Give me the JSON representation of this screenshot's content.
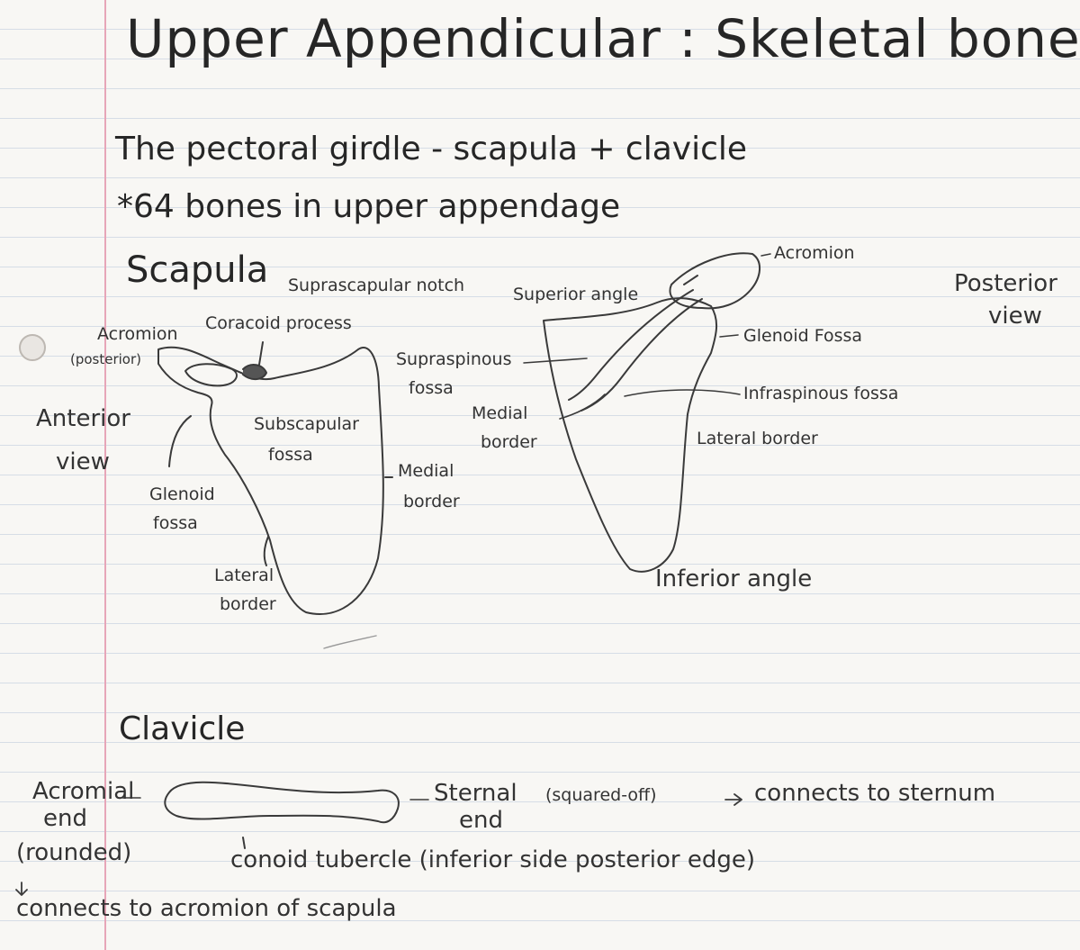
{
  "title": "Upper Appendicular : Skeletal bones",
  "subtitle": "The pectoral girdle - scapula + clavicle",
  "note": "*64 bones in upper appendage",
  "scapula": {
    "heading": "Scapula",
    "anterior": {
      "view_label": [
        "Anterior",
        "view"
      ],
      "labels": {
        "acromion": [
          "Acromion",
          "(posterior)"
        ],
        "coracoid": "Coracoid process",
        "suprascapular_notch": "Suprascapular notch",
        "subscapular_fossa": [
          "Subscapular",
          "fossa"
        ],
        "glenoid_fossa": [
          "Glenoid",
          "fossa"
        ],
        "lateral_border": [
          "Lateral",
          "border"
        ],
        "medial_border": [
          "Medial",
          "border"
        ]
      }
    },
    "posterior": {
      "view_label": [
        "Posterior",
        "view"
      ],
      "labels": {
        "acromion": "Acromion",
        "superior_angle": "Superior angle",
        "supraspinous_fossa": [
          "Supraspinous",
          "fossa"
        ],
        "medial_border": [
          "Medial",
          "border"
        ],
        "glenoid_fossa": "Glenoid Fossa",
        "infraspinous_fossa": "Infraspinous fossa",
        "lateral_border": "Lateral border",
        "inferior_angle": "Inferior angle"
      }
    }
  },
  "clavicle": {
    "heading": "Clavicle",
    "acromial_end": [
      "Acromial",
      "end",
      "(rounded)"
    ],
    "acromial_connects": "connects to acromion of scapula",
    "sternal_end": [
      "Sternal",
      "end"
    ],
    "sternal_detail": "(squared-off)",
    "sternal_connects": "connects to sternum",
    "conoid": "conoid tubercle (inferior side posterior edge)"
  },
  "colors": {
    "ink": "#262626",
    "margin": "#e7a6b8",
    "rule": "#d6dde6",
    "paper": "#f8f7f4"
  }
}
